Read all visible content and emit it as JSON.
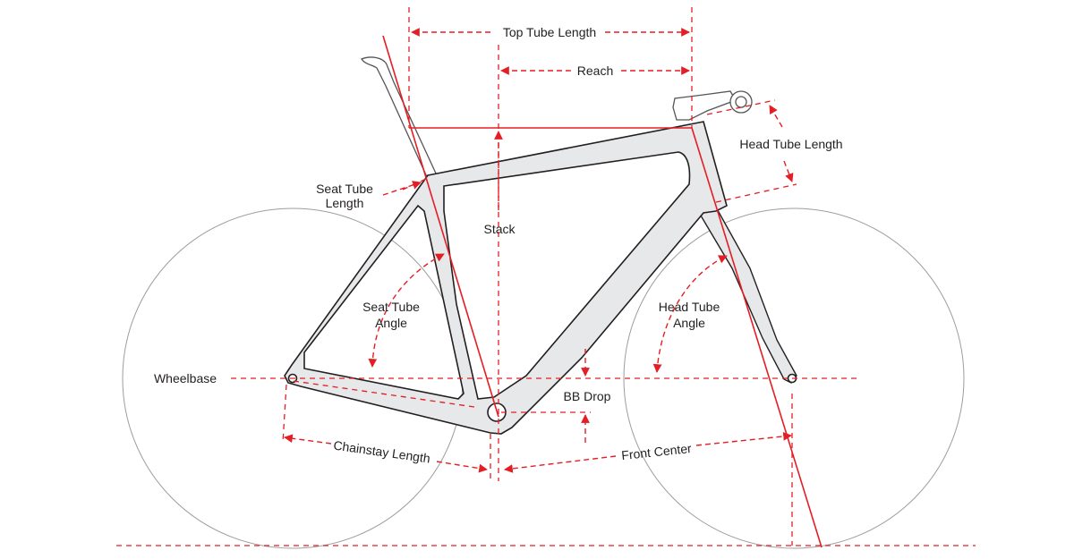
{
  "diagram": {
    "title": "",
    "labels": {
      "top_tube_length": "Top Tube Length",
      "reach": "Reach",
      "head_tube_length": "Head Tube Length",
      "seat_tube_length_1": "Seat Tube",
      "seat_tube_length_2": "Length",
      "stack": "Stack",
      "seat_tube_angle_1": "Seat Tube",
      "seat_tube_angle_2": "Angle",
      "head_tube_angle_1": "Head Tube",
      "head_tube_angle_2": "Angle",
      "wheelbase": "Wheelbase",
      "bb_drop": "BB Drop",
      "chainstay_length": "Chainstay Length",
      "front_center": "Front Center"
    },
    "colors": {
      "dimension_red": "#e31e24",
      "frame_fill": "#e6e8e9",
      "frame_outline": "#231f20",
      "wheel_outline": "#9d9d9d"
    }
  }
}
